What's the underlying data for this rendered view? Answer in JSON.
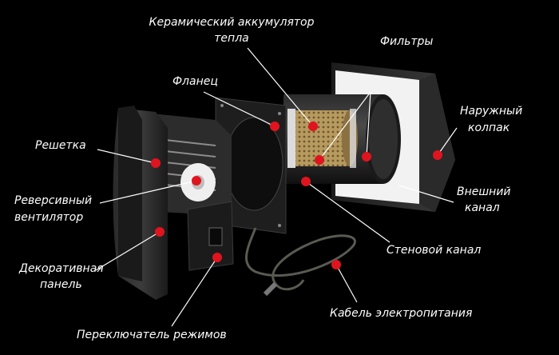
{
  "labels": {
    "ceramic_line1": "Керамический аккумулятор",
    "ceramic_line2": "тепла",
    "filters": "Фильтры",
    "flange": "Фланец",
    "outer_cap_line1": "Наружный",
    "outer_cap_line2": "колпак",
    "grille": "Решетка",
    "reversible_fan_line1": "Реверсивный",
    "reversible_fan_line2": "вентилятор",
    "outer_duct_line1": "Внешний",
    "outer_duct_line2": "канал",
    "decor_panel_line1": "Декоративная",
    "decor_panel_line2": "панель",
    "wall_duct": "Стеновой канал",
    "power_cable": "Кабель электропитания",
    "mode_switch": "Переключатель режимов"
  },
  "colors": {
    "background": "#000000",
    "marker": "#e0141e",
    "text": "#ffffff"
  }
}
